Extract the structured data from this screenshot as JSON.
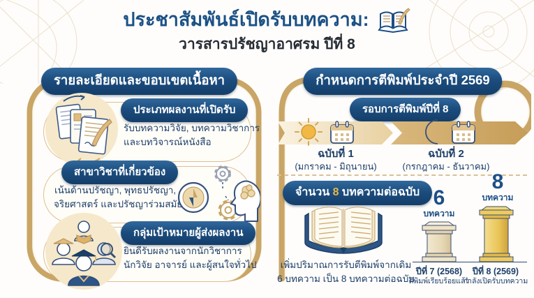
{
  "header": {
    "title": "ประชาสัมพันธ์เปิดรับบทความ:",
    "subtitle": "วารสารปรัชญาอาศรม ปีที่ 8"
  },
  "left_panel": {
    "title": "รายละเอียดและขอบเขตเนื้อหา",
    "sections": [
      {
        "title": "ประเภทผลงานที่เปิดรับ",
        "line1": "รับบทความวิจัย, บทความวิชาการ",
        "line2": "และบทวิจารณ์หนังสือ",
        "icon": "documents-quill-icon"
      },
      {
        "title": "สาขาวิชาที่เกี่ยวข้อง",
        "line1": "เน้นด้านปรัชญา, พุทธปรัชญา,",
        "line2": "จริยศาสตร์ และปรัชญาร่วมสมัย",
        "icon": "mind-gears-compass-icon"
      },
      {
        "title": "กลุ่มเป้าหมายผู้ส่งผลงาน",
        "line1": "ยินดีรับผลงานจากนักวิชาการ",
        "line2": "นักวิจัย อาจารย์ และผู้สนใจทั่วไป",
        "icon": "audience-people-icon"
      }
    ]
  },
  "right_panel": {
    "title": "กำหนดการตีพิมพ์ประจำปี 2569",
    "schedule": {
      "title": "รอบการตีพิมพ์ปีที่ 8",
      "issues": [
        {
          "name": "ฉบับที่ 1",
          "months": "(มกราคม - มิถุนายน)",
          "icon": "sun-calendar-icon"
        },
        {
          "name": "ฉบับที่ 2",
          "months": "(กรกฎาคม - ธันวาคม)",
          "icon": "moon-calendar-icon"
        }
      ]
    },
    "quantity": {
      "prefix": "จำนวน",
      "number": "8",
      "suffix": "บทความต่อฉบับ",
      "note_line1": "เพิ่มปริมาณการรับตีพิมพ์จากเดิม",
      "note_line2": "6 บทความ เป็น 8 บทความต่อฉบับ"
    }
  },
  "chart_data": {
    "type": "bar",
    "title": "จำนวน 8 บทความต่อฉบับ",
    "categories": [
      "ปีที่ 7 (2568)",
      "ปีที่ 8 (2569)"
    ],
    "values": [
      6,
      8
    ],
    "unit": "บทความ",
    "captions": [
      "ตีพิมพ์เรียบร้อยแล้ว",
      "กำลังเปิดรับบทความ"
    ],
    "bar_colors": [
      "#e9ddc0",
      "#eac85e"
    ],
    "ylim": [
      0,
      8
    ],
    "legend": "none",
    "grid": false
  },
  "colors": {
    "navy": "#17426e",
    "blue_title": "#1b5186",
    "gold": "#c9a566",
    "cream": "#f6e8ca",
    "gold_accent": "#e5b64a"
  }
}
